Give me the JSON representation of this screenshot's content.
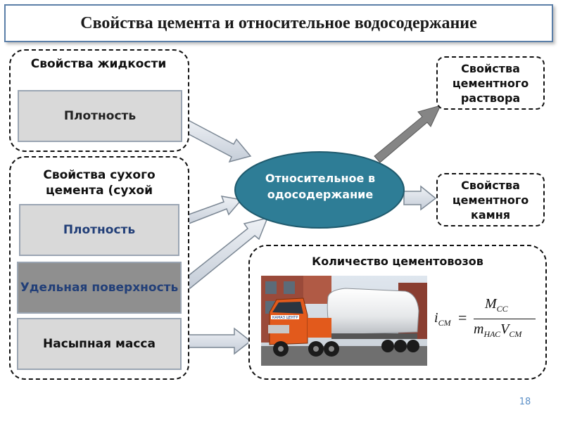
{
  "title": "Свойства цемента и относительное водосодержание",
  "groups": {
    "liquid": {
      "label": "Свойства жидкости",
      "items": [
        "Плотность"
      ]
    },
    "dry_cement": {
      "label": "Свойства сухого цемента (сухой",
      "items": [
        "Плотность",
        "Удельная поверхность",
        "Насыпная масса"
      ]
    }
  },
  "center": {
    "label": "Относительное водосодержание"
  },
  "results": {
    "slurry": "Свойства цементного раствора",
    "stone": "Свойства цементного камня"
  },
  "trucks": {
    "label": "Количество цементовозов",
    "truck_brand": "КАМАЗ ЦЕНТР",
    "formula": {
      "lhs": "i",
      "lhs_sub": "СМ",
      "equals": "=",
      "num": "M",
      "num_sub": "CC",
      "den_m": "m",
      "den_m_sub": "НАС",
      "den_v": "V",
      "den_v_sub": "СМ"
    }
  },
  "slide_number": "18",
  "colors": {
    "title_border": "#5b7fa8",
    "center_fill": "#2e7d96",
    "prop_light": "#d9d9d9",
    "prop_dark": "#8f8f8f",
    "arrow_fill": "#d8dee6",
    "arrow_dark": "#7a7a7a"
  }
}
